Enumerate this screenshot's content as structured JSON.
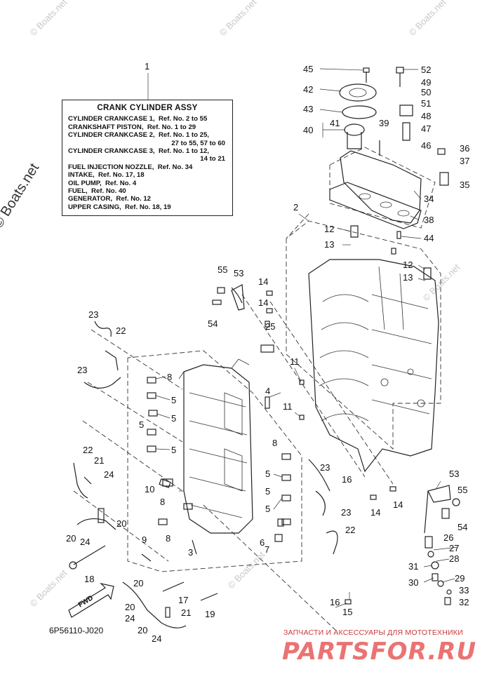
{
  "label": {
    "callout": "1",
    "title": "CRANK CYLINDER ASSY",
    "lines": [
      "CYLINDER CRANKCASE 1,  Ref. No. 2 to 55",
      "CRANKSHAFT PISTON,  Ref. No. 1 to 29",
      "CYLINDER CRANKCASE 2,  Ref. No. 1 to 25,",
      "27 to 55, 57 to 60",
      "CYLINDER CRANKCASE 3,  Ref. No. 1 to 12,",
      "14 to 21",
      "FUEL INJECTION NOZZLE,  Ref. No. 34",
      "INTAKE,  Ref. No. 17, 18",
      "OIL PUMP,  Ref. No. 4",
      "FUEL,  Ref. No. 40",
      "GENERATOR,  Ref. No. 12",
      "UPPER CASING,  Ref. No. 18, 19"
    ]
  },
  "callouts": [
    "45",
    "52",
    "49",
    "42",
    "50",
    "51",
    "43",
    "48",
    "41",
    "40",
    "39",
    "47",
    "46",
    "36",
    "37",
    "35",
    "34",
    "2",
    "38",
    "12",
    "44",
    "13",
    "12",
    "13",
    "55",
    "53",
    "14",
    "14",
    "54",
    "25",
    "23",
    "22",
    "8",
    "5",
    "5",
    "5",
    "5",
    "11",
    "4",
    "11",
    "23",
    "8",
    "5",
    "23",
    "22",
    "21",
    "24",
    "10",
    "5",
    "5",
    "16",
    "14",
    "14",
    "23",
    "8",
    "20",
    "24",
    "20",
    "9",
    "8",
    "7",
    "6",
    "3",
    "22",
    "26",
    "27",
    "28",
    "31",
    "30",
    "29",
    "33",
    "32",
    "18",
    "20",
    "17",
    "19",
    "20",
    "24",
    "21",
    "20",
    "24",
    "16",
    "15",
    "53",
    "55",
    "54"
  ],
  "watermark": "© Boats.net",
  "site_side": "© Boats.net",
  "fwd_label": "FWD",
  "diagram_code": "6P56110-J020",
  "footer_caption": "ЗАПЧАСТИ И АКСЕССУАРЫ ДЛЯ МОТОТЕХНИКИ",
  "footer_logo": "PARTSFOR.RU",
  "colors": {
    "ink": "#111111",
    "watermark": "#c8c8c8",
    "brand": "#e85b5b"
  }
}
